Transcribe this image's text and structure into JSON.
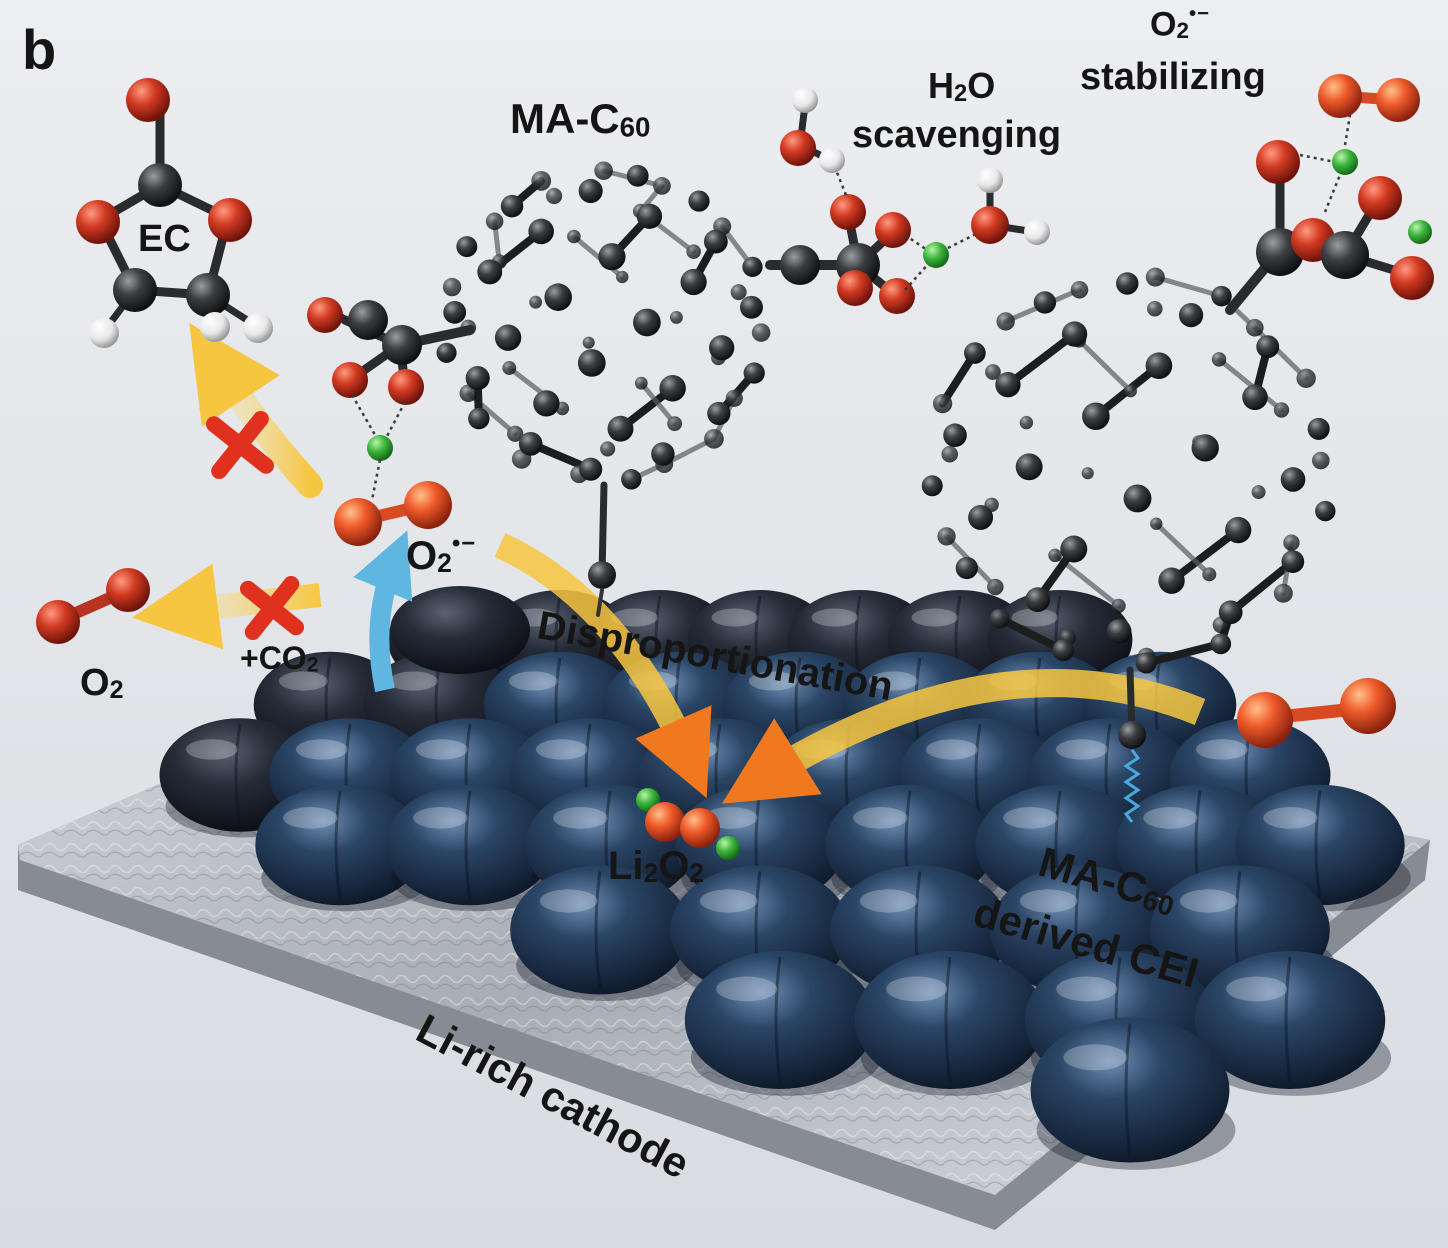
{
  "panel_letter": "b",
  "labels": {
    "ma_c60": {
      "main": "MA-C",
      "sub": "60"
    },
    "h2o_scavenging": {
      "line1_main": "H",
      "line1_sub": "2",
      "line1_tail": "O",
      "line2": "scavenging"
    },
    "o2_stabilizing": {
      "line1_main": "O",
      "line1_sub": "2",
      "line1_sup": "•−",
      "line2": "stabilizing"
    },
    "ec": "EC",
    "superoxide": {
      "main": "O",
      "sub": "2",
      "sup": "•−"
    },
    "oxygen": {
      "main": "O",
      "sub": "2"
    },
    "co2": {
      "main": "+CO",
      "sub": "2"
    },
    "disproportionation": "Disproportionation",
    "li2o2": {
      "a": "Li",
      "b": "2",
      "c": "O",
      "d": "2"
    },
    "cei": {
      "line1_main": "MA-C",
      "line1_sub": "60",
      "line2": "derived CEI"
    },
    "cathode": "Li-rich cathode"
  },
  "colors": {
    "background": "#e4e6ea",
    "carbon": "#2f3032",
    "oxygen": "#c8321e",
    "hydrogen": "#f2f2f2",
    "lithium": "#3cb43c",
    "arrow_yellow": "#f7c640",
    "arrow_orange": "#f08a1e",
    "arrow_blue": "#5fb6e0",
    "block_cross": "#e0301e",
    "cathode_particle": "#1f3450",
    "substrate": "#b9bdc4"
  }
}
